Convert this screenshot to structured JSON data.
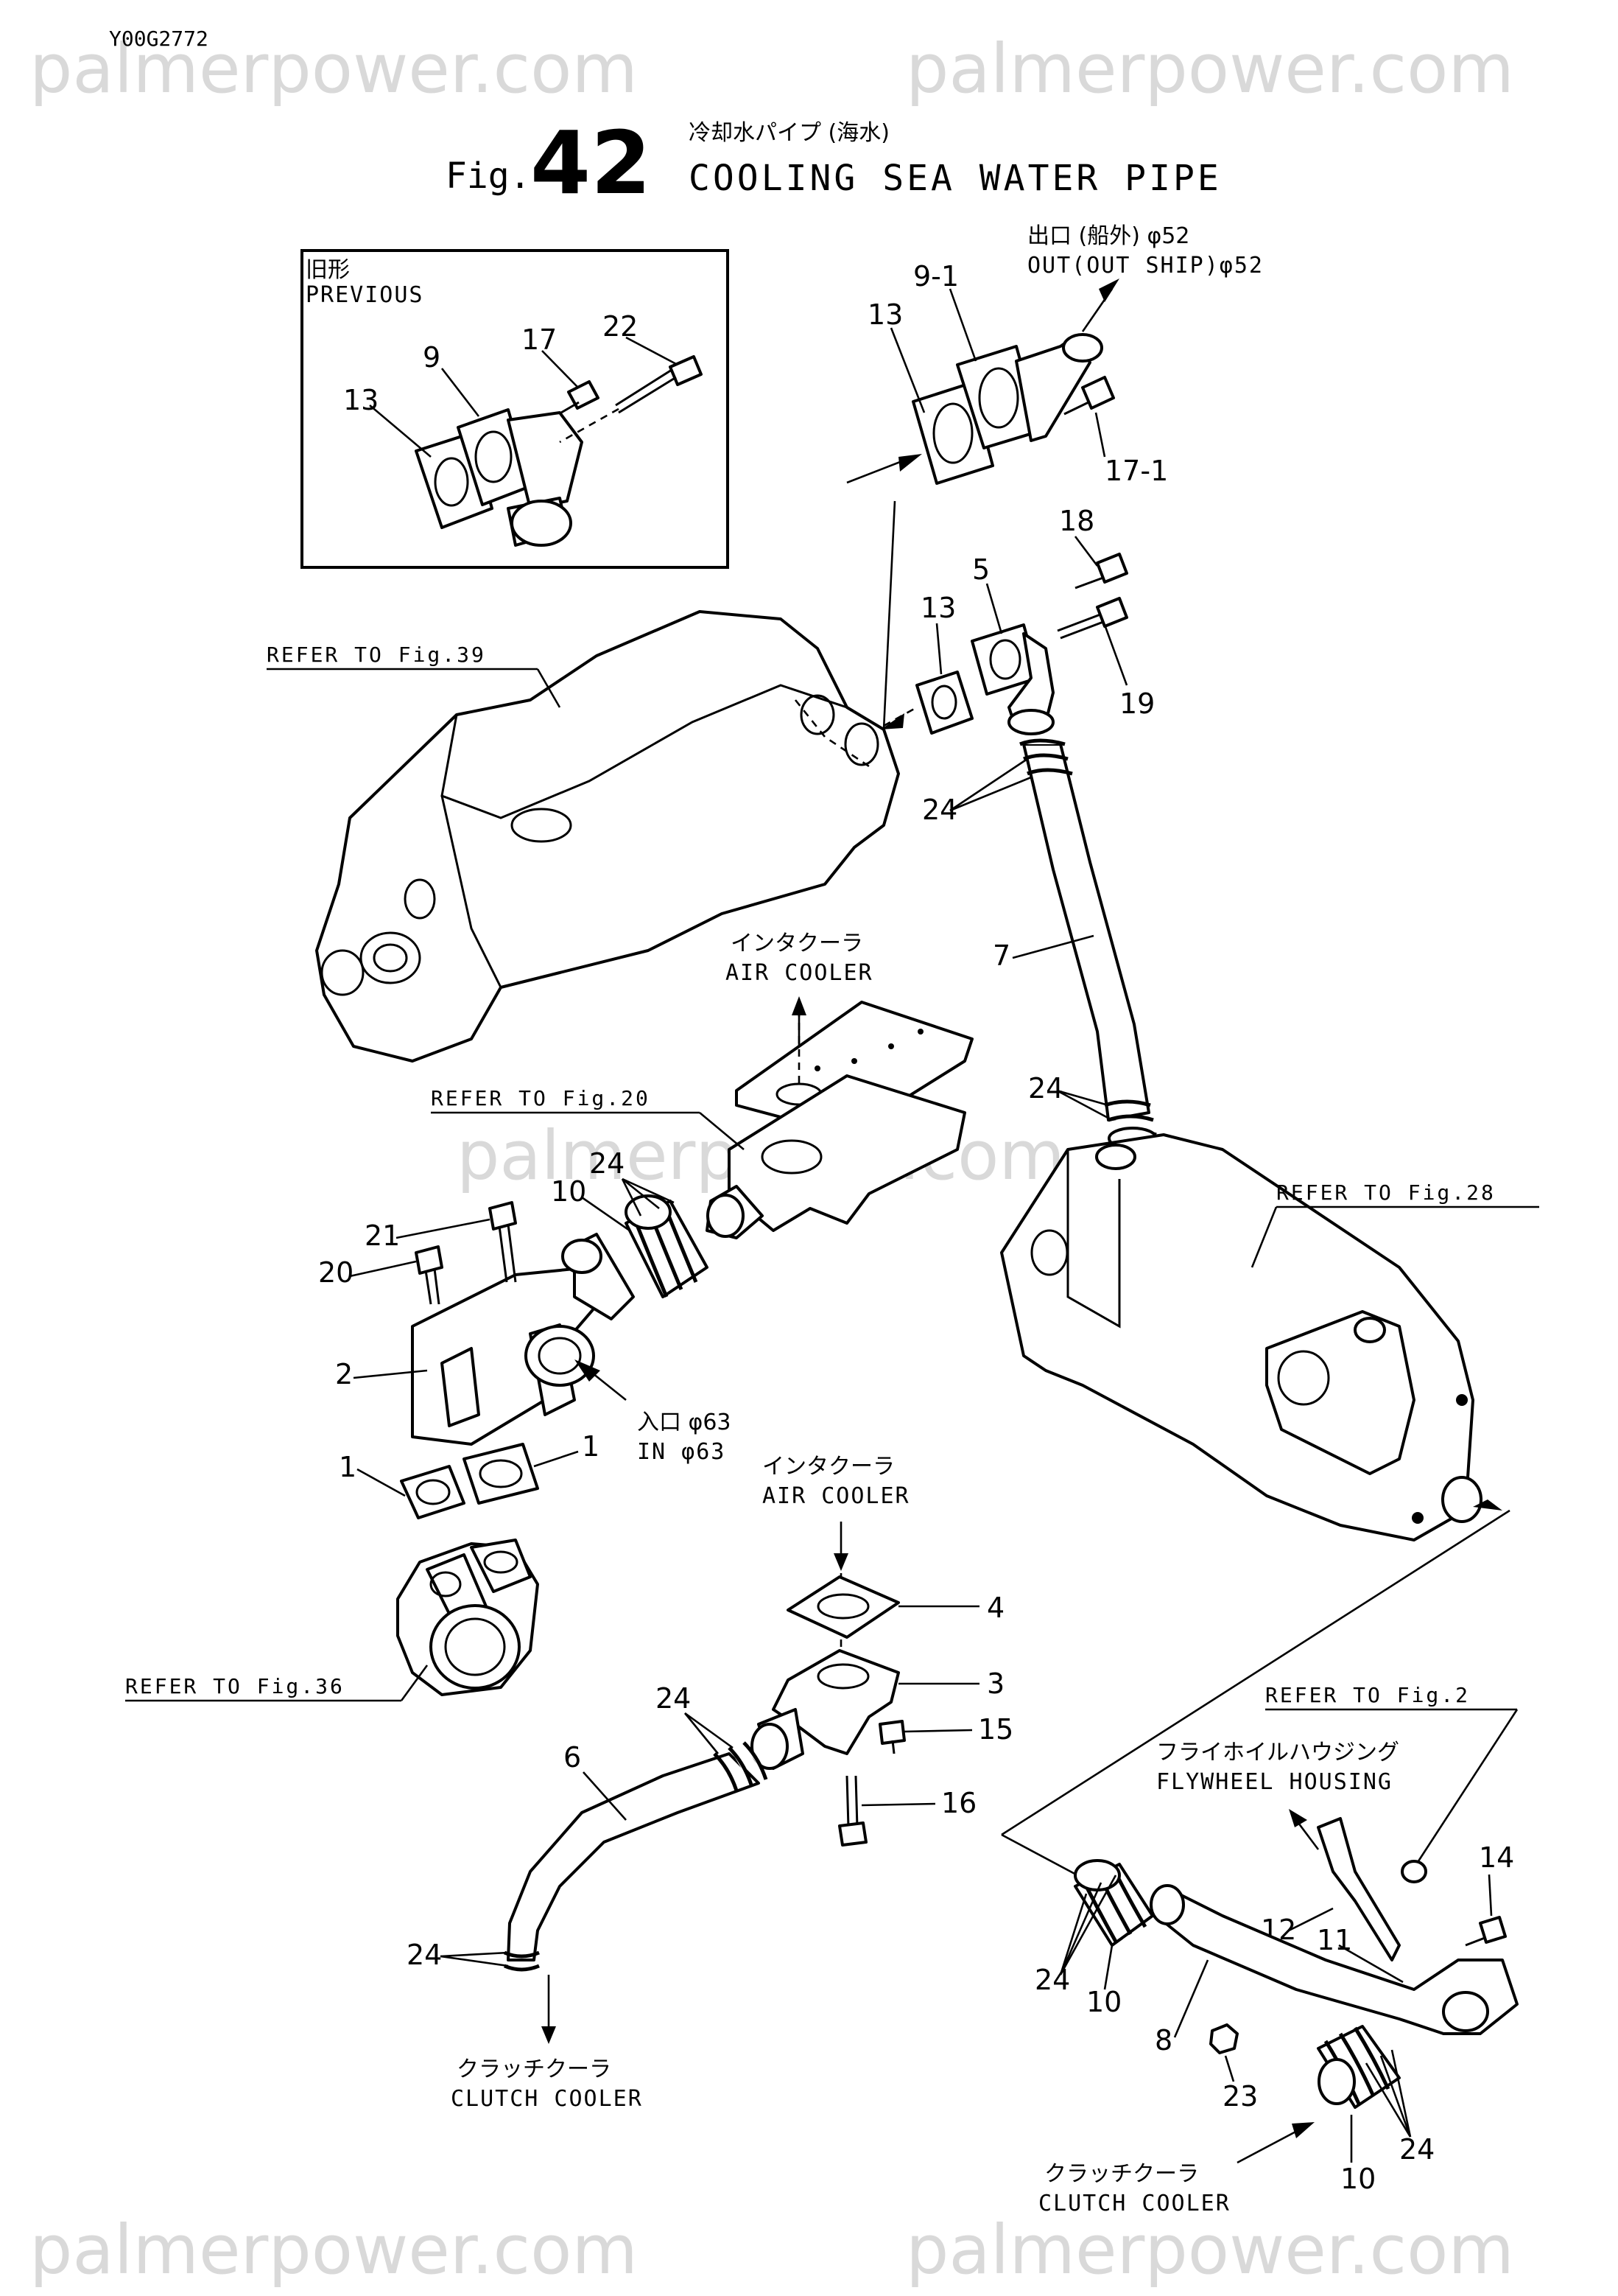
{
  "doc_code": "Y00G2772",
  "watermark": "palmerpower.com",
  "title": {
    "fig_prefix": "Fig.",
    "fig_number": "42",
    "jp": "冷却水パイプ (海水)",
    "en": "COOLING SEA WATER PIPE"
  },
  "inset": {
    "jp": "旧形",
    "en": "PREVIOUS"
  },
  "labels": {
    "outlet_jp": "出口 (船外) φ52",
    "outlet_en": "OUT(OUT SHIP)φ52",
    "inlet_jp": "入口 φ63",
    "inlet_en": "IN φ63",
    "air_cooler_jp": "インタクーラ",
    "air_cooler_en": "AIR COOLER",
    "clutch_cooler_jp": "クラッチクーラ",
    "clutch_cooler_en": "CLUTCH COOLER",
    "flywheel_jp": "フライホイルハウジング",
    "flywheel_en": "FLYWHEEL HOUSING"
  },
  "refs": {
    "fig39": "REFER TO Fig.39",
    "fig20": "REFER TO Fig.20",
    "fig28": "REFER TO Fig.28",
    "fig36": "REFER TO Fig.36",
    "fig2": "REFER TO Fig.2"
  },
  "part_numbers": {
    "p1": "1",
    "p2": "2",
    "p3": "3",
    "p4": "4",
    "p5": "5",
    "p6": "6",
    "p7": "7",
    "p8": "8",
    "p9": "9",
    "p9_1": "9-1",
    "p10": "10",
    "p11": "11",
    "p12": "12",
    "p13": "13",
    "p14": "14",
    "p15": "15",
    "p16": "16",
    "p17": "17",
    "p17_1": "17-1",
    "p18": "18",
    "p19": "19",
    "p20": "20",
    "p21": "21",
    "p22": "22",
    "p23": "23",
    "p24": "24"
  }
}
